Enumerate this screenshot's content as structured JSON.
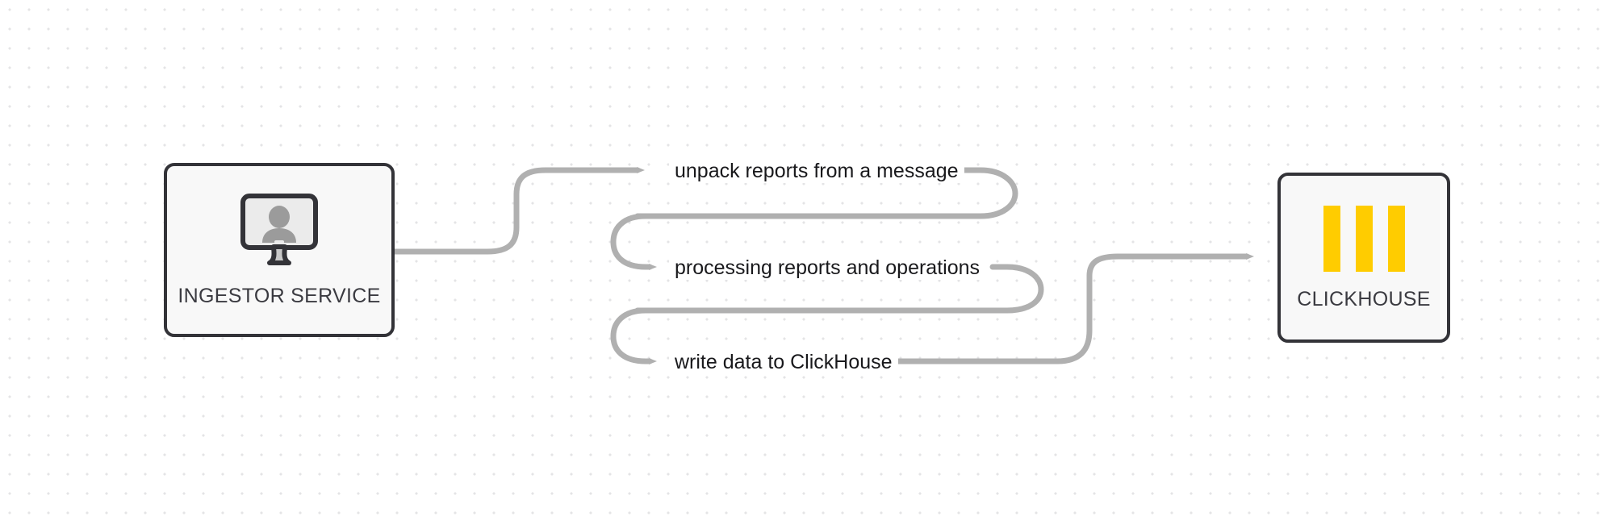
{
  "diagram": {
    "type": "flowchart",
    "background": {
      "style": "dot-grid",
      "dot_color": "#e4e4e6",
      "page_color": "#ffffff"
    },
    "edge_color": "#b0b0b0",
    "node_border_color": "#333338",
    "node_fill_color": "#f8f8f8",
    "label_text_color": "#19191c",
    "nodes": [
      {
        "id": "ingestor",
        "label": "INGESTOR SERVICE",
        "icon": "monitor-user-icon",
        "icon_colors": {
          "frame": "#333338",
          "screen": "#ebebeb",
          "person": "#9b9b9b",
          "stand": "#c9c9c9"
        }
      },
      {
        "id": "clickhouse",
        "label": "CLICKHOUSE",
        "icon": "clickhouse-bars-icon",
        "icon_colors": {
          "bars": "#FFCC00"
        },
        "bar_count": 3
      }
    ],
    "edges": [
      {
        "id": "edge-0",
        "label": "unpack reports from a message"
      },
      {
        "id": "edge-1",
        "label": "processing reports and operations"
      },
      {
        "id": "edge-2",
        "label": "write data to ClickHouse"
      }
    ]
  }
}
